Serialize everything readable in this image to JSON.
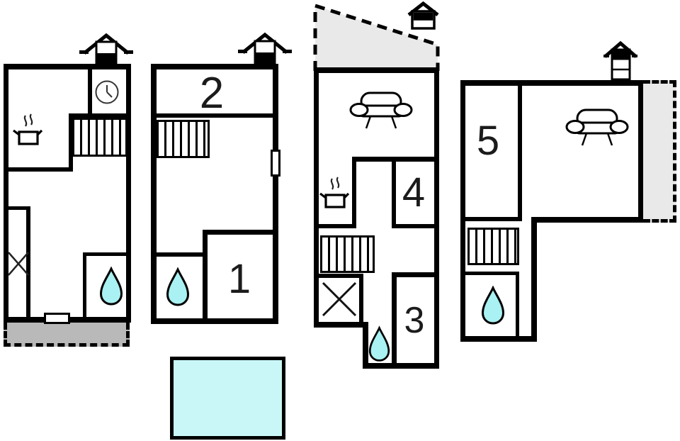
{
  "diagram": {
    "type": "floor-plan",
    "units": [
      {
        "name": "unit-a",
        "room_labels": [],
        "features": [
          "chimney",
          "wall-clock",
          "kitchen-stove",
          "staircase",
          "wardrobe-cross",
          "shower-drop",
          "entrance-door",
          "terrace"
        ]
      },
      {
        "name": "unit-b",
        "room_labels": [
          "2",
          "1"
        ],
        "features": [
          "chimney",
          "staircase",
          "window",
          "shower-drop"
        ]
      },
      {
        "name": "unit-c",
        "room_labels": [
          "4",
          "3"
        ],
        "features": [
          "sloped-terrace",
          "chimney",
          "sofa",
          "kitchen-stove",
          "staircase",
          "wardrobe-cross",
          "shower-drop"
        ]
      },
      {
        "name": "unit-d",
        "room_labels": [
          "5"
        ],
        "features": [
          "chimney",
          "sofa",
          "staircase",
          "shower-drop",
          "side-terrace"
        ]
      }
    ],
    "pool": {
      "present": true,
      "shape": "rectangle"
    }
  },
  "labels": {
    "room1": "1",
    "room2": "2",
    "room3": "3",
    "room4": "4",
    "room5": "5"
  },
  "icons": {
    "chimney": "house-with-chimney",
    "clock": "wall-clock",
    "stove": "pot-with-steam",
    "stairs": "striped-staircase",
    "wardrobe": "x-cross-box",
    "shower": "water-drop",
    "sofa": "sofa-top-view",
    "door": "door-opening",
    "window": "window-opening"
  },
  "colors": {
    "wall": "#000000",
    "water": "#a9f1f2",
    "pool_water": "#c9f7f8",
    "terrace_dark": "#b9b9b9",
    "terrace_light": "#e9e9e9",
    "background": "#ffffff",
    "label": "#1b1b1b"
  }
}
